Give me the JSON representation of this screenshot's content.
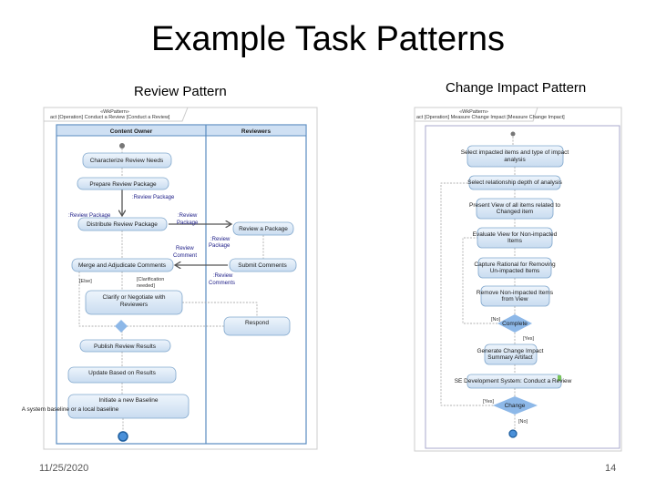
{
  "slide": {
    "title": "Example Task Patterns",
    "date": "11/25/2020",
    "page_number": "14"
  },
  "review": {
    "heading": "Review Pattern",
    "stereotype": "«WkPattern»",
    "frame_label": "act [Operation] Conduct a Review [Conduct a Review]",
    "lanes": [
      "Content Owner",
      "Reviewers"
    ],
    "actions": [
      "Characterize Review Needs",
      "Prepare Review Package",
      "Distribute Review Package",
      "Review a Package",
      "Merge and Adjudicate Comments",
      "Submit Comments",
      "Clarify or Negotiate with",
      "Reviewers",
      "Respond",
      "Publish Review Results",
      "Update Based on Results",
      "Initiate a new Baseline",
      "A system baseline or a local baseline"
    ],
    "labels": [
      ":Review Package",
      ":Review Package",
      ":Review",
      "Package",
      ":Review",
      "Package",
      "Review",
      "Comment",
      ":Review",
      "Comments",
      "[Else]",
      "[Clarification",
      "needed]"
    ]
  },
  "change": {
    "heading": "Change Impact Pattern",
    "stereotype": "«WkPattern»",
    "frame_label": "act [Operation] Measure Change Impact [Measure Change Impact]",
    "actions": [
      "Select impacted items and type of impact",
      "analysis",
      "Select relationship depth of analysis",
      "Present View of all items related to",
      "Changed item",
      "Evaluate View for Non-impacted",
      "Items",
      "Capture Rational for Removing",
      "Un-impacted Items",
      "Remove Non-impacted Items",
      "from View",
      "Generate Change Impact",
      "Summary Artifact",
      "SE Development System: Conduct a Review"
    ],
    "decisions": [
      "Complete",
      "Change"
    ],
    "guards": [
      "[No]",
      "[Yes]",
      "[Yes]",
      "[No]"
    ]
  },
  "colors": {
    "node_fill": "#d6e6f5",
    "node_border": "#7fa6cc",
    "decision": "#8db8e8",
    "label": "#22228a"
  }
}
